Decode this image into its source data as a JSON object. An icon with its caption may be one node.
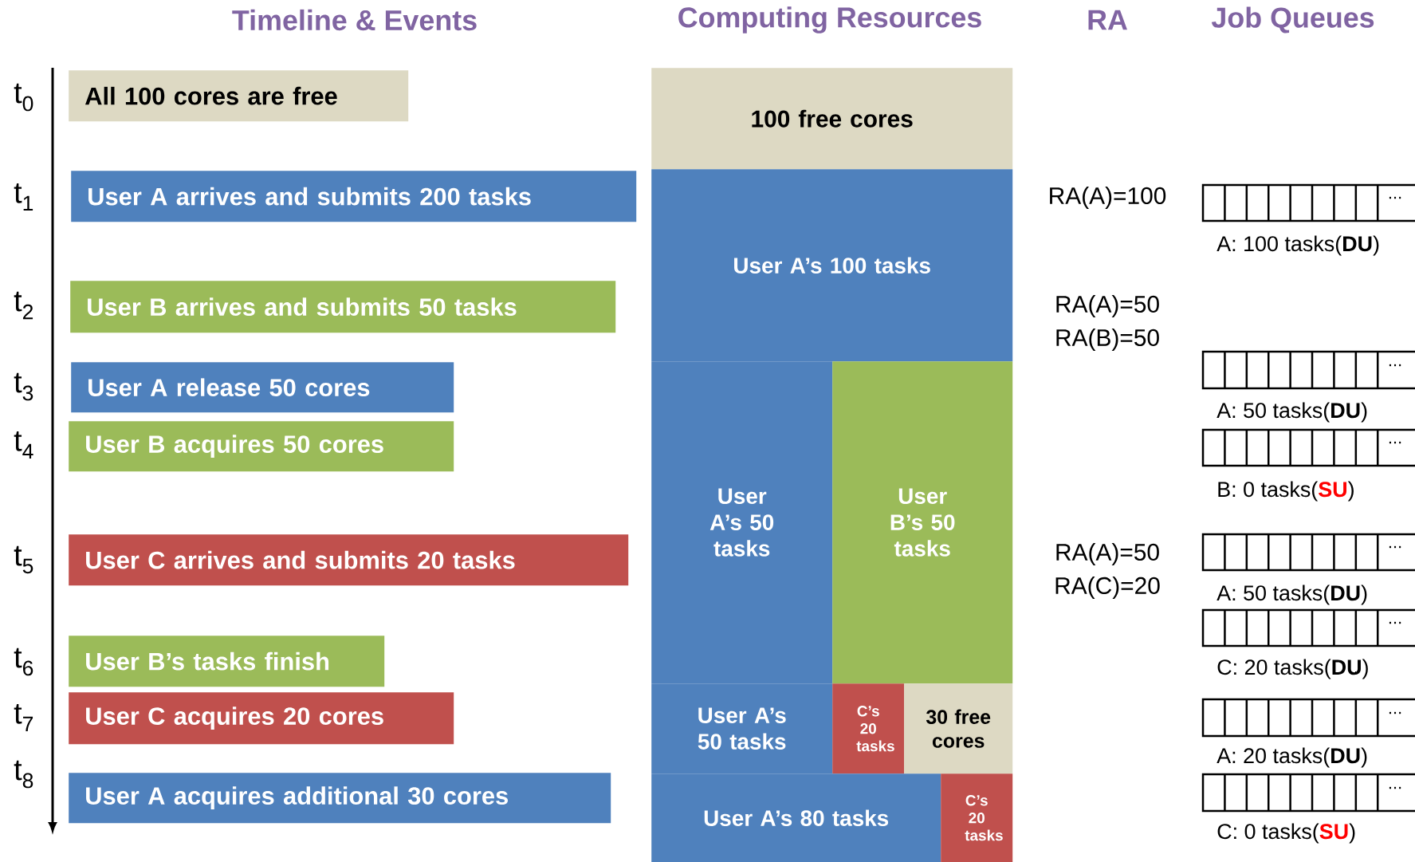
{
  "diagram": {
    "nodes": [
      {
        "text": [
          "All 100 cores are free"
        ]
      },
      {
        "text": [
          "User A arrives and submits 200 tasks"
        ]
      },
      {
        "text": [
          "User B arrives and submits 50 tasks"
        ]
      },
      {
        "text": [
          "User A release 50 cores"
        ]
      },
      {
        "text": [
          "User B acquires 50 cores"
        ]
      },
      {
        "text": [
          "User C arrives and submits 20 tasks"
        ]
      },
      {
        "text": [
          "User B’s tasks finish"
        ]
      },
      {
        "text": [
          "User C acquires 20 cores"
        ]
      },
      {
        "text": [
          "User A acquires additional 30 cores"
        ]
      },
      {
        "text": [
          "100 free cores"
        ]
      },
      {
        "text": [
          "User A’s 100 tasks"
        ]
      },
      {
        "text": [
          "User A’s 50 tasks"
        ]
      },
      {
        "text": [
          "User B’s 50 tasks"
        ]
      },
      {
        "text": [
          "User A’s 50 tasks"
        ]
      },
      {
        "text": [
          "C’s 20 tasks"
        ]
      },
      {
        "text": [
          "30 free cores"
        ]
      },
      {
        "text": [
          "User A’s 80 tasks"
        ]
      },
      {
        "text": [
          "C’s 20 tasks"
        ]
      },
      {
        "text": [
          "..."
        ],
        "beside": [
          "A: 100 tasks(**DU**)"
        ]
      },
      {
        "text": [
          "..."
        ],
        "beside": [
          "A: 50 tasks(**DU**)"
        ]
      },
      {
        "text": [
          "..."
        ],
        "beside": [
          "B: 0 tasks(**SU**)"
        ]
      },
      {
        "text": [
          "..."
        ],
        "beside": [
          "A: 50 tasks(**DU**)"
        ]
      },
      {
        "text": [
          "..."
        ],
        "beside": [
          "C: 20 tasks(**DU**)"
        ]
      },
      {
        "text": [
          "..."
        ],
        "beside": [
          "A: 20 tasks(**DU**)"
        ]
      },
      {
        "text": [
          "..."
        ],
        "beside": [
          "C: 0 tasks(**SU**)"
        ]
      }
    ],
    "labels": [
      "Timeline & Events",
      "Computing Resources",
      "RA",
      "Job Queues",
      "t$_{0}$",
      "t$_{1}$",
      "t$_{2}$",
      "t$_{3}$",
      "t$_{4}$",
      "t$_{5}$",
      "t$_{6}$",
      "t$_{7}$",
      "t$_{8}$",
      "RA(A)=100",
      "RA(A)=50",
      "RA(B)=50",
      "RA(A)=50",
      "RA(C)=20"
    ]
  }
}
